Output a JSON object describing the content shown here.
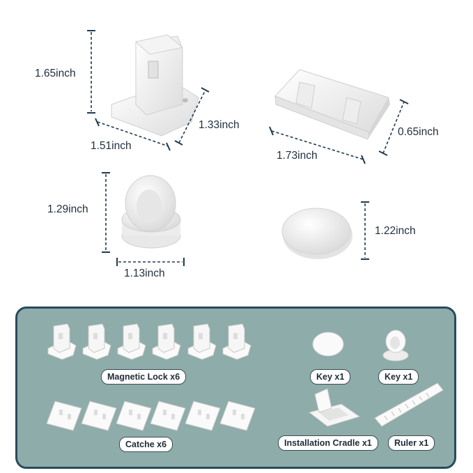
{
  "dimensions": {
    "lock_height": "1.65inch",
    "lock_width": "1.51inch",
    "lock_depth": "1.33inch",
    "catch_width": "1.73inch",
    "catch_depth": "0.65inch",
    "keyholder_height": "1.29inch",
    "keyholder_width": "1.13inch",
    "key_diameter": "1.22inch"
  },
  "package": {
    "magnetic_lock_label": "Magnetic Lock x6",
    "catche_label": "Catche x6",
    "key_label": "Key x1",
    "key_holder_label": "Key x1",
    "cradle_label": "Installation Cradle x1",
    "ruler_label": "Ruler x1"
  },
  "colors": {
    "panel_background": "#8eaca9",
    "panel_border": "#294a5e",
    "dimension_line": "#1f3a4f"
  }
}
